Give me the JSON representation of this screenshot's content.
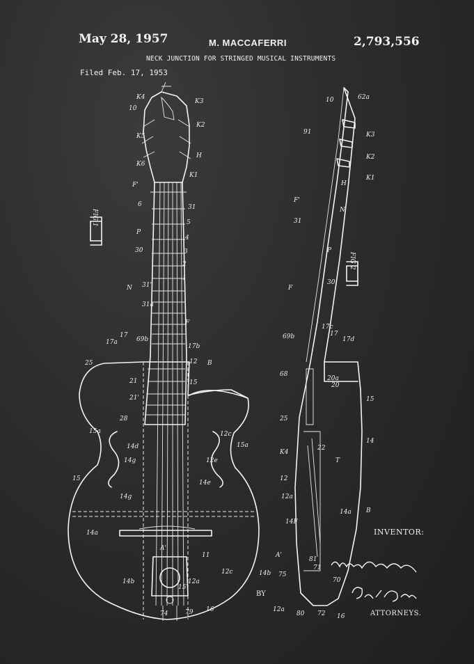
{
  "header": {
    "date": "May 28, 1957",
    "inventor": "M. MACCAFERRI",
    "patent_number": "2,793,556",
    "title": "NECK JUNCTION FOR STRINGED MUSICAL INSTRUMENTS",
    "filed": "Filed Feb. 17, 1953"
  },
  "footer": {
    "inventor_label": "INVENTOR:",
    "by_label": "BY",
    "attorneys_label": "ATTORNEYS."
  },
  "figures": {
    "fig1_label": "FIG 1",
    "fig2_label": "FIG 2"
  },
  "colors": {
    "background": "#2a2a2a",
    "ink": "#f2f2f2"
  },
  "reference_labels": {
    "front": [
      "10",
      "K4",
      "K3",
      "K5",
      "K2",
      "K6",
      "H",
      "K1",
      "F'",
      "6",
      "31",
      "5",
      "4",
      "3",
      "2",
      "1",
      "30",
      "P",
      "31'",
      "N",
      "F",
      "31a",
      "69b",
      "17",
      "17b",
      "12",
      "17a",
      "B",
      "25",
      "21",
      "21'",
      "15",
      "28",
      "12c",
      "15a",
      "14d",
      "15a",
      "14g",
      "12e",
      "15",
      "14e",
      "14a",
      "14g",
      "A'",
      "11",
      "14b",
      "12a",
      "14b",
      "15'",
      "79",
      "12c",
      "16",
      "74"
    ],
    "side": [
      "10",
      "62a",
      "91",
      "K3",
      "K2",
      "K1",
      "H",
      "F'",
      "N",
      "31",
      "P",
      "30",
      "F",
      "69b",
      "17c",
      "17",
      "17d",
      "68",
      "20",
      "20a",
      "15",
      "25",
      "22",
      "14",
      "K4",
      "12",
      "T",
      "12a",
      "14a",
      "B",
      "14F",
      "A'",
      "71",
      "75",
      "81",
      "70",
      "12a",
      "80",
      "72",
      "16"
    ]
  }
}
